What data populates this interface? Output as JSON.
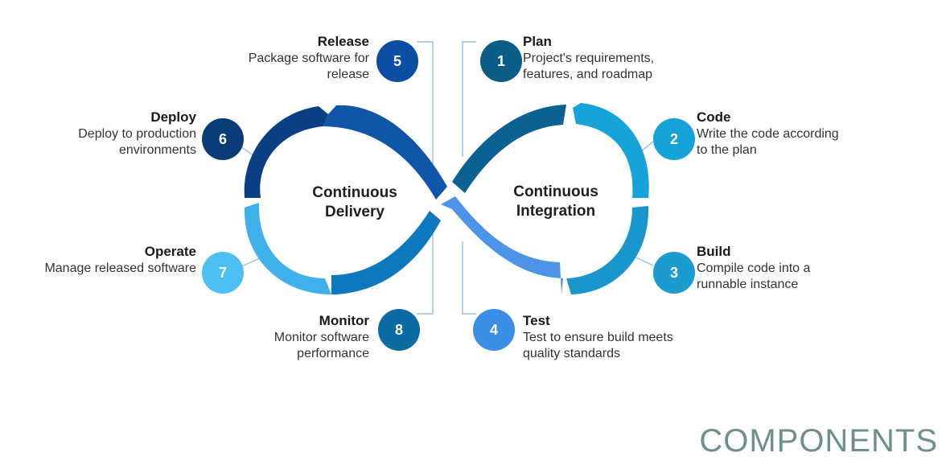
{
  "colors": {
    "arc_left_top": "#0f56a8",
    "arc_left_mid": "#0a3f84",
    "arc_left_low": "#3fb1ea",
    "arc_left_bottom": "#0c78be",
    "arc_right_top": "#0b6191",
    "arc_right_mid": "#15a3d9",
    "arc_right_low": "#1996cc",
    "arc_right_bottom": "#4d94e8",
    "connector": "#9cc4df"
  },
  "center": {
    "delivery": "Continuous\nDelivery",
    "integration": "Continuous\nIntegration"
  },
  "stages": [
    {
      "number": "1",
      "title": "Plan",
      "description": "Project's requirements,\nfeatures, and roadmap",
      "color": "#0b5c87"
    },
    {
      "number": "2",
      "title": "Code",
      "description": "Write the code according\nto the plan",
      "color": "#15a2d8"
    },
    {
      "number": "3",
      "title": "Build",
      "description": "Compile code into a\nrunnable instance",
      "color": "#1a9ccf"
    },
    {
      "number": "4",
      "title": "Test",
      "description": "Test to ensure build meets\nquality standards",
      "color": "#3b8ee6"
    },
    {
      "number": "5",
      "title": "Release",
      "description": "Package software for\nrelease",
      "color": "#0d4ea5"
    },
    {
      "number": "6",
      "title": "Deploy",
      "description": "Deploy to production\nenvironments",
      "color": "#0a3d78"
    },
    {
      "number": "7",
      "title": "Operate",
      "description": "Manage released software",
      "color": "#4cc0f2"
    },
    {
      "number": "8",
      "title": "Monitor",
      "description": "Monitor software\nperformance",
      "color": "#0b6ca4"
    }
  ],
  "watermark": "COMPONENTS"
}
